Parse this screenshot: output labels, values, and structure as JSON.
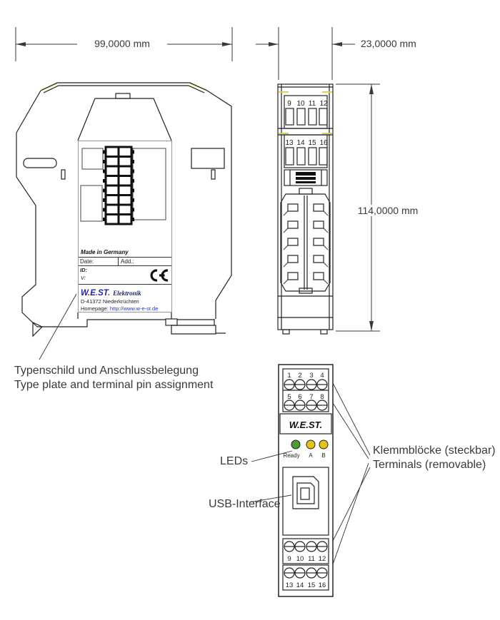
{
  "dimensions": {
    "left_width": "99,0000 mm",
    "right_width": "23,0000 mm",
    "right_height": "114,0000 mm"
  },
  "type_plate": {
    "made_in": "Made in Germany",
    "date_label": "Date:",
    "add_label": "Add.:",
    "id_label": "ID:",
    "version_label": "V:",
    "brand_segments": [
      "W",
      ".",
      "E",
      ".",
      "ST",
      "."
    ],
    "brand_suffix": "Elektronik",
    "address": "D-41372 Niederkrüchten",
    "homepage_label": "Homepage:",
    "homepage_url": "http://www.w-e-st.de",
    "ce_icon": "ce-mark"
  },
  "annotations": {
    "type_plate_line1": "Typenschild und Anschlussbelegung",
    "type_plate_line2": "Type plate and terminal pin assignment",
    "leds_label": "LEDs",
    "usb_label": "USB-Interface",
    "terminals_line1": "Klemmblöcke (steckbar)",
    "terminals_line2": "Terminals (removable)"
  },
  "side_view": {
    "row1": [
      "9",
      "10",
      "11",
      "12"
    ],
    "row2": [
      "13",
      "14",
      "15",
      "16"
    ]
  },
  "front_view": {
    "brand": "W.E.ST.",
    "top_row1": [
      "1",
      "2",
      "3",
      "4"
    ],
    "top_row2": [
      "5",
      "6",
      "7",
      "8"
    ],
    "bottom_row1": [
      "9",
      "10",
      "11",
      "12"
    ],
    "bottom_row2": [
      "13",
      "14",
      "15",
      "16"
    ],
    "led_labels": [
      "Ready",
      "A",
      "B"
    ]
  },
  "colors": {
    "led_ready": "#4a9e35",
    "led_a": "#e6c417",
    "led_b": "#e6c417",
    "logo_blue": "#2222aa",
    "logo_red": "#cc2222",
    "link_blue": "#2233cc",
    "accent_yellow": "#d9cf5a"
  }
}
